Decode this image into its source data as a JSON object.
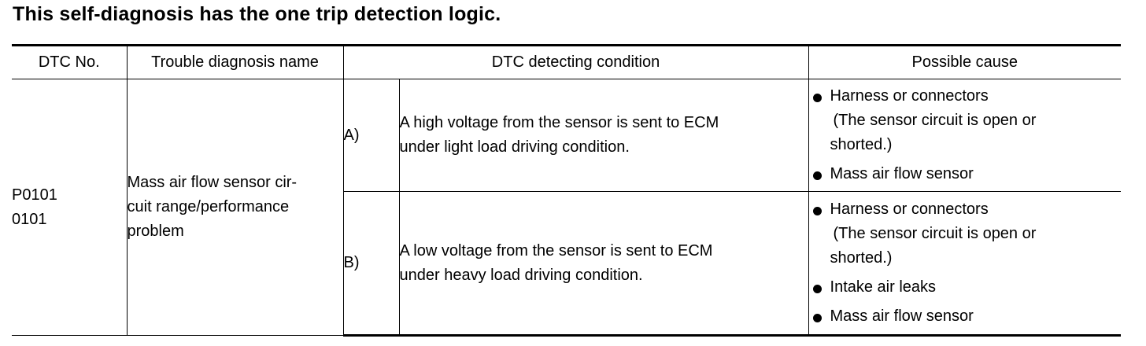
{
  "heading": "This self-diagnosis has the one trip detection logic.",
  "table": {
    "headers": [
      "DTC No.",
      "Trouble diagnosis name",
      "DTC detecting condition",
      "Possible cause"
    ],
    "dtc_no": [
      "P0101",
      "0101"
    ],
    "diagnosis_name": [
      "Mass air flow sensor cir-",
      "cuit range/performance",
      "problem"
    ],
    "conditions": [
      {
        "letter": "A)",
        "text": [
          "A high voltage from the sensor is sent to ECM",
          "under light load driving condition."
        ],
        "causes": [
          [
            "Harness or connectors",
            "(The sensor circuit is open or",
            "shorted.)"
          ],
          [
            "Mass air flow sensor"
          ]
        ]
      },
      {
        "letter": "B)",
        "text": [
          "A low voltage from the sensor is sent to ECM",
          "under heavy load driving condition."
        ],
        "causes": [
          [
            "Harness or connectors",
            "(The sensor circuit is open or",
            "shorted.)"
          ],
          [
            "Intake air leaks"
          ],
          [
            "Mass air flow sensor"
          ]
        ]
      }
    ]
  }
}
